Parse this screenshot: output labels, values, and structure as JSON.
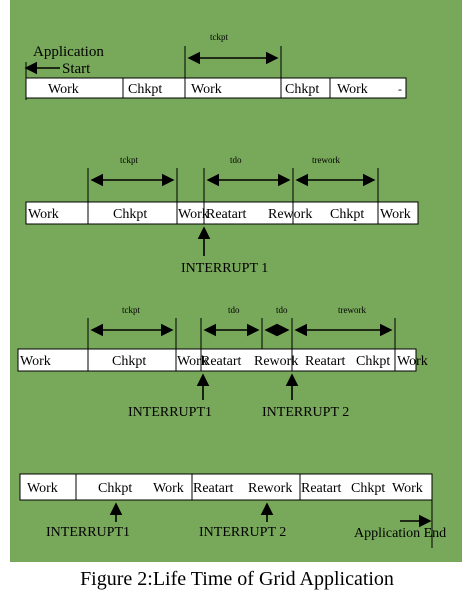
{
  "caption": "Figure 2:Life Time of Grid Application",
  "application_start_line1": "Application",
  "application_start_line2": "Start",
  "application_end": "Application End",
  "row1": {
    "cells": [
      "Work",
      "Chkpt",
      "Work",
      "Chkpt",
      "Work"
    ],
    "trailing_mark": "-",
    "timings": [
      "tckpt"
    ]
  },
  "row2": {
    "cells": [
      "Work",
      "Chkpt",
      "Work",
      "Reatart",
      "Rework",
      "Chkpt",
      "Work"
    ],
    "timings": [
      "tckpt",
      "tdo",
      "trework"
    ],
    "interrupts": [
      "INTERRUPT 1"
    ]
  },
  "row3": {
    "cells": [
      "Work",
      "Chkpt",
      "Work",
      "Reatart",
      "Rework",
      "Reatart",
      "Chkpt",
      "Work"
    ],
    "timings": [
      "tckpt",
      "tdo",
      "tdo",
      "trework"
    ],
    "interrupts": [
      "INTERRUPT1",
      "INTERRUPT 2"
    ]
  },
  "row4": {
    "cells": [
      "Work",
      "Chkpt",
      "Work",
      "Reatart",
      "Rework",
      "Reatart",
      "Chkpt",
      "Work"
    ],
    "interrupts": [
      "INTERRUPT1",
      "INTERRUPT 2"
    ]
  }
}
